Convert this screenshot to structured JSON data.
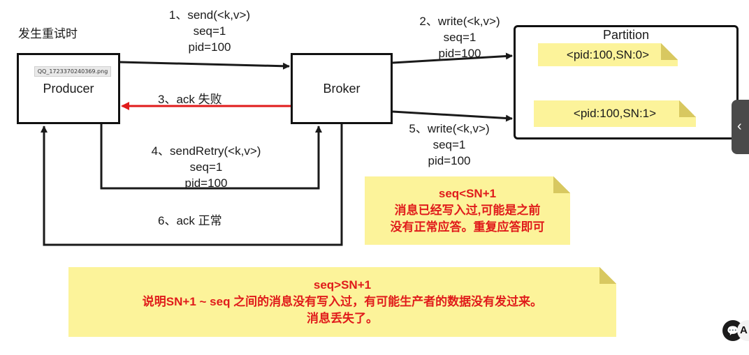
{
  "title": "发生重试时",
  "producer": {
    "label": "Producer",
    "attachment": "QQ_1723370240369.png"
  },
  "broker": {
    "label": "Broker"
  },
  "partition": {
    "label": "Partition",
    "entries": [
      "<pid:100,SN:0>",
      "<pid:100,SN:1>"
    ]
  },
  "steps": {
    "send": [
      "1、send(<k,v>)",
      "seq=1",
      "pid=100"
    ],
    "write1": [
      "2、write(<k,v>)",
      "seq=1",
      "pid=100"
    ],
    "ack_fail": "3、ack 失败",
    "retry": [
      "4、sendRetry(<k,v>)",
      "seq=1",
      "pid=100"
    ],
    "write2": [
      "5、write(<k,v>)",
      "seq=1",
      "pid=100"
    ],
    "ack_ok": "6、ack 正常"
  },
  "notes": {
    "lt": [
      "seq<SN+1",
      "消息已经写入过,可能是之前",
      "没有正常应答。重复应答即可"
    ],
    "gt": [
      "seq>SN+1",
      "说明SN+1 ~ seq 之间的消息没有写入过，有可能生产者的数据没有发过来。",
      "消息丢失了。"
    ]
  },
  "colors": {
    "arrow": "#1a1a1a",
    "ack_fail": "#e01b1b",
    "note_bg": "#fcf39a",
    "warn_text": "#e01b1b"
  },
  "ui": {
    "side_tab_icon": "chevron-left-icon",
    "corner_icon": "chat-icon",
    "corner_label": "A"
  }
}
